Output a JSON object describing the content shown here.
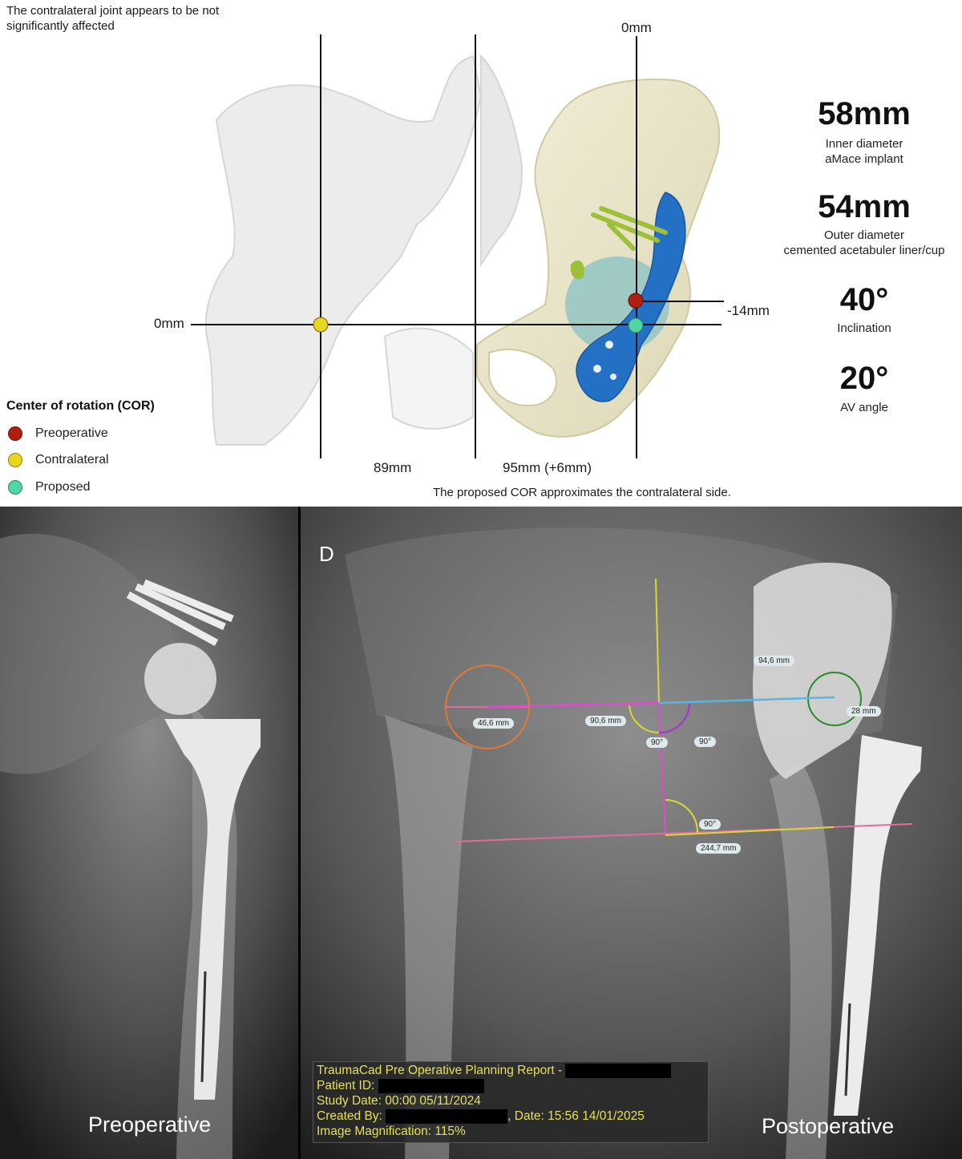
{
  "top_panel": {
    "note_top": "The contralateral joint appears to be not significantly affected",
    "axis_labels": {
      "top_zero": "0mm",
      "left_zero": "0mm",
      "right_offset": "-14mm",
      "dist_left": "89mm",
      "dist_right": "95mm (+6mm)"
    },
    "footer_note": "The proposed COR approximates the contralateral side.",
    "stats": [
      {
        "value": "58mm",
        "label_line1": "Inner diameter",
        "label_line2": "aMace implant"
      },
      {
        "value": "54mm",
        "label_line1": "Outer diameter",
        "label_line2": "cemented acetabuler liner/cup"
      },
      {
        "value": "40°",
        "label_line1": "Inclination",
        "label_line2": ""
      },
      {
        "value": "20°",
        "label_line1": "AV angle",
        "label_line2": ""
      }
    ],
    "legend": {
      "title": "Center of rotation (COR)",
      "items": [
        {
          "label": "Preoperative",
          "color": "#b01e12"
        },
        {
          "label": "Contralateral",
          "color": "#e8d61e"
        },
        {
          "label": "Proposed",
          "color": "#4fd6a2"
        }
      ]
    }
  },
  "bottom_panel": {
    "panel_letter": "D",
    "left_label": "Preoperative",
    "right_label": "Postoperative",
    "measurements": {
      "circle_left": "46,6 mm",
      "horizontal_left": "90,6 mm",
      "angle_center_left": "90°",
      "angle_center_right": "90°",
      "horizontal_right": "94,6 mm",
      "circle_right": "28 mm",
      "angle_bottom": "90°",
      "bottom_line": "244,7 mm"
    },
    "report": {
      "title": "TraumaCad Pre Operative Planning Report -",
      "patient_id": "Patient ID:",
      "study_date": "Study Date: 00:00 05/11/2024",
      "created_by": "Created By:",
      "created_date": ", Date: 15:56 14/01/2025",
      "magnification": "Image Magnification: 115%"
    }
  }
}
